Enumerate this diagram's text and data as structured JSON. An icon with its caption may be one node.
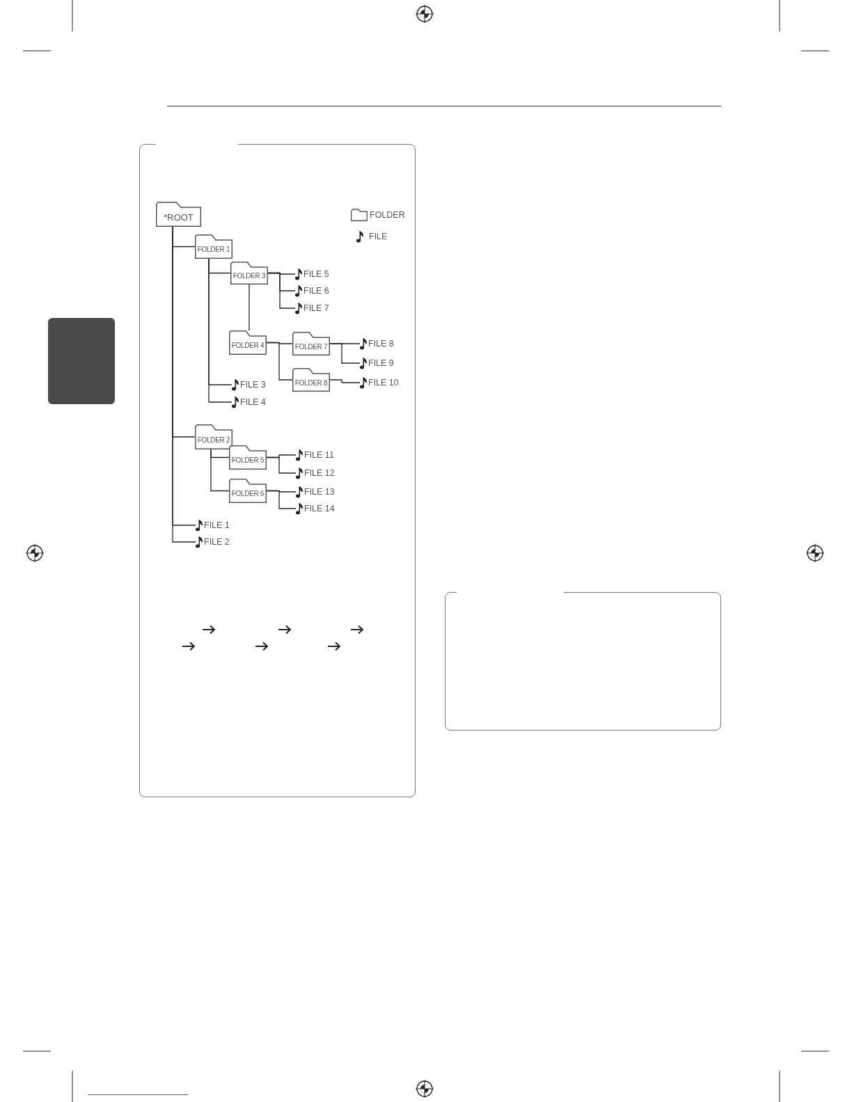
{
  "diagram": {
    "nodes": [
      {
        "text": [
          "*ROOT"
        ]
      },
      {
        "text": [
          "FOLDER 1"
        ]
      },
      {
        "text": [
          "FOLDER 3"
        ]
      },
      {
        "text": [
          "FILE 5"
        ]
      },
      {
        "text": [
          "FILE 6"
        ]
      },
      {
        "text": [
          "FILE 7"
        ]
      },
      {
        "text": [
          "FOLDER 4"
        ]
      },
      {
        "text": [
          "FOLDER 7"
        ]
      },
      {
        "text": [
          "FILE 8"
        ]
      },
      {
        "text": [
          "FILE 9"
        ]
      },
      {
        "text": [
          "FOLDER 8"
        ]
      },
      {
        "text": [
          "FILE 10"
        ]
      },
      {
        "text": [
          "FILE 3"
        ]
      },
      {
        "text": [
          "FILE 4"
        ]
      },
      {
        "text": [
          "FOLDER 2"
        ]
      },
      {
        "text": [
          "FOLDER 5"
        ]
      },
      {
        "text": [
          "FILE 11"
        ]
      },
      {
        "text": [
          "FILE 12"
        ]
      },
      {
        "text": [
          "FOLDER 6"
        ]
      },
      {
        "text": [
          "FILE 13"
        ]
      },
      {
        "text": [
          "FILE 14"
        ]
      },
      {
        "text": [
          "FILE 1"
        ]
      },
      {
        "text": [
          "FILE 2"
        ]
      },
      {
        "text": [],
        "shape": "box"
      }
    ],
    "edges": [
      {
        "from": 0,
        "to": 1,
        "arrow": "none"
      },
      {
        "from": 0,
        "to": 14,
        "arrow": "none"
      },
      {
        "from": 0,
        "to": 21,
        "arrow": "none"
      },
      {
        "from": 0,
        "to": 22,
        "arrow": "none"
      },
      {
        "from": 1,
        "to": 2,
        "arrow": "none"
      },
      {
        "from": 1,
        "to": 12,
        "arrow": "none"
      },
      {
        "from": 1,
        "to": 13,
        "arrow": "none"
      },
      {
        "from": 2,
        "to": 3,
        "arrow": "none"
      },
      {
        "from": 2,
        "to": 4,
        "arrow": "none"
      },
      {
        "from": 2,
        "to": 5,
        "arrow": "none"
      },
      {
        "from": 2,
        "to": 6,
        "arrow": "none"
      },
      {
        "from": 6,
        "to": 7,
        "arrow": "none"
      },
      {
        "from": 6,
        "to": 10,
        "arrow": "none"
      },
      {
        "from": 7,
        "to": 8,
        "arrow": "none"
      },
      {
        "from": 7,
        "to": 9,
        "arrow": "none"
      },
      {
        "from": 10,
        "to": 11,
        "arrow": "none"
      },
      {
        "from": 14,
        "to": 15,
        "arrow": "none"
      },
      {
        "from": 14,
        "to": 18,
        "arrow": "none"
      },
      {
        "from": 15,
        "to": 16,
        "arrow": "none"
      },
      {
        "from": 15,
        "to": 17,
        "arrow": "none"
      },
      {
        "from": 18,
        "to": 19,
        "arrow": "none"
      },
      {
        "from": 18,
        "to": 20,
        "arrow": "none"
      }
    ],
    "legend": [
      {
        "text": "FOLDER"
      },
      {
        "text": "FILE"
      }
    ]
  }
}
